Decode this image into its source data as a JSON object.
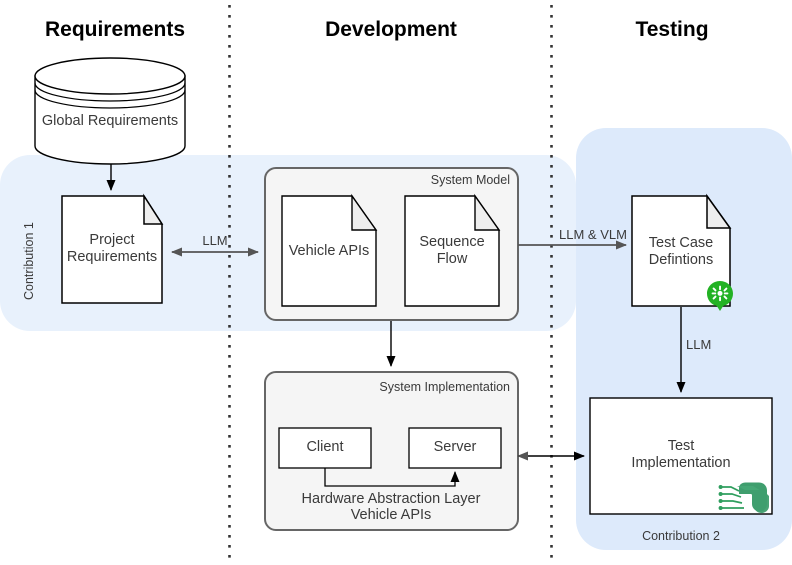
{
  "diagram": {
    "title": "Requirements / Development / Testing workflow",
    "background": "#ffffff",
    "phases": [
      {
        "label": "Requirements"
      },
      {
        "label": "Development"
      },
      {
        "label": "Testing"
      }
    ],
    "highlights": [
      {
        "label": "Contribution 1",
        "color": "#e8f1fc",
        "orientation": "vertical"
      },
      {
        "label": "Contribution 2",
        "color": "#ddeafb",
        "orientation": "horizontal"
      }
    ],
    "nodes": {
      "global_requirements": {
        "label": "Global Requirements",
        "shape": "cylinder"
      },
      "project_requirements": {
        "label": "Project\nRequirements",
        "shape": "document"
      },
      "system_model": {
        "label": "System Model",
        "shape": "rounded-container"
      },
      "vehicle_apis": {
        "label": "Vehicle APIs",
        "shape": "document"
      },
      "sequence_flow": {
        "label": "Sequence\nFlow",
        "shape": "document"
      },
      "system_implementation": {
        "label": "System Implementation",
        "shape": "rounded-container"
      },
      "client": {
        "label": "Client",
        "shape": "rect"
      },
      "server": {
        "label": "Server",
        "shape": "rect"
      },
      "hal_caption": {
        "label": "Hardware Abstraction Layer\nVehicle APIs"
      },
      "test_case_definitions": {
        "label": "Test Case\nDefintions",
        "shape": "document"
      },
      "test_implementation": {
        "label": "Test\nImplementation",
        "shape": "rect"
      }
    },
    "edges": [
      {
        "label": "",
        "from": "global_requirements",
        "to": "project_requirements",
        "style": "arrow-down"
      },
      {
        "label": "LLM",
        "from": "project_requirements",
        "to": "system_model",
        "style": "bidirectional"
      },
      {
        "label": "LLM & VLM",
        "from": "system_model",
        "to": "test_case_definitions",
        "style": "arrow-right"
      },
      {
        "label": "",
        "from": "system_model",
        "to": "system_implementation",
        "style": "arrow-down"
      },
      {
        "label": "LLM",
        "from": "test_case_definitions",
        "to": "test_implementation",
        "style": "arrow-down"
      },
      {
        "label": "",
        "from": "system_implementation",
        "to": "test_implementation",
        "style": "bidirectional"
      },
      {
        "label": "",
        "from": "client",
        "to": "server",
        "style": "elbow-arrow"
      }
    ],
    "icons": {
      "cucumber": {
        "name": "cucumber-icon",
        "color": "#23b224"
      },
      "robot_circuit": {
        "name": "robot-framework-circuit-icon",
        "color": "#2f9e5e"
      }
    },
    "colors": {
      "stroke": "#000000",
      "container_stroke": "#666666",
      "container_fill": "#f5f5f5",
      "arrow": "#555555",
      "divider": "#333333",
      "fold_fill": "#eeeeee",
      "text": "#3a3a3a"
    }
  }
}
